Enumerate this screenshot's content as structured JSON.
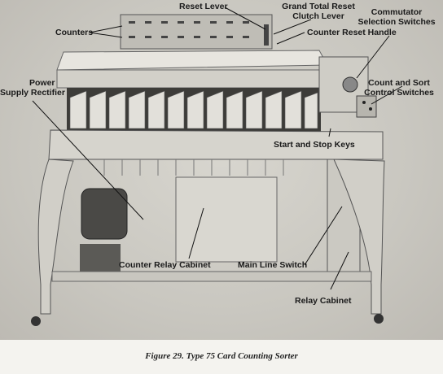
{
  "labels": {
    "counters": "Counters",
    "reset_lever": "Reset Lever",
    "grand_total_line1": "Grand Total Reset",
    "grand_total_line2": "Clutch Lever",
    "counter_reset_handle": "Counter Reset Handle",
    "commutator_line1": "Commutator",
    "commutator_line2": "Selection Switches",
    "power_line1": "Power",
    "power_line2": "Supply Rectifier",
    "count_sort_line1": "Count and Sort",
    "count_sort_line2": "Control Switches",
    "start_stop_keys": "Start and Stop Keys",
    "counter_relay_cabinet": "Counter Relay Cabinet",
    "main_line_switch": "Main Line Switch",
    "relay_cabinet": "Relay Cabinet"
  },
  "caption": "Figure 29. Type 75 Card Counting Sorter"
}
